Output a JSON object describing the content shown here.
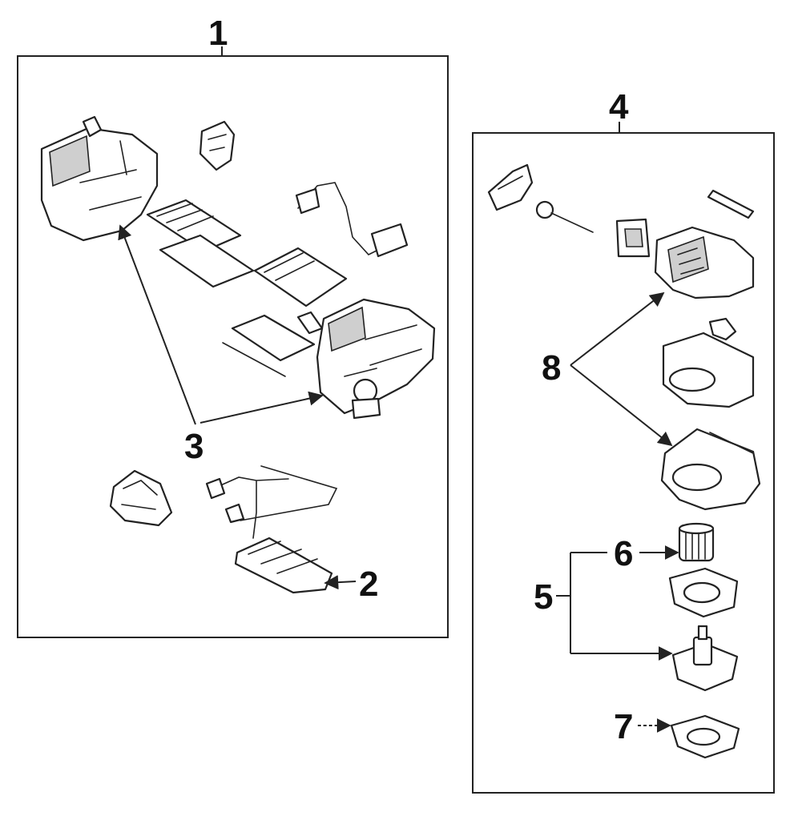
{
  "callouts": {
    "c1": "1",
    "c2": "2",
    "c3": "3",
    "c4": "4",
    "c5": "5",
    "c6": "6",
    "c7": "7",
    "c8": "8"
  },
  "colors": {
    "ink": "#222222",
    "paper": "#ffffff",
    "shade": "#cfcfcf"
  }
}
